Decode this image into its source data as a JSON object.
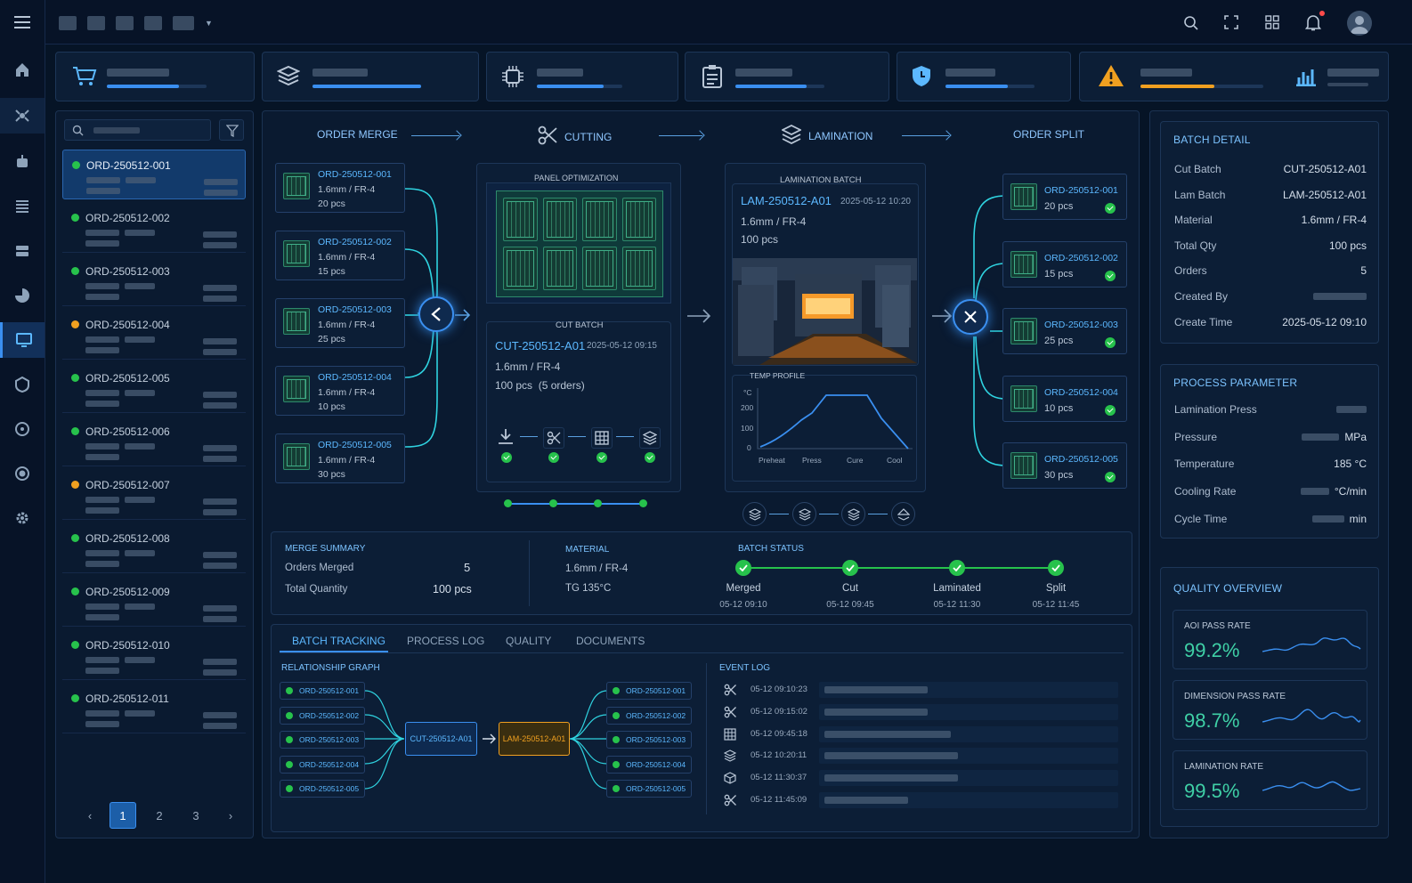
{
  "stages": {
    "merge": "ORDER MERGE",
    "cutting": "CUTTING",
    "lamination": "LAMINATION",
    "split": "ORDER SPLIT"
  },
  "order_list": [
    {
      "id": "ORD-250512-001",
      "status": "green"
    },
    {
      "id": "ORD-250512-002",
      "status": "green"
    },
    {
      "id": "ORD-250512-003",
      "status": "green"
    },
    {
      "id": "ORD-250512-004",
      "status": "orange"
    },
    {
      "id": "ORD-250512-005",
      "status": "green"
    },
    {
      "id": "ORD-250512-006",
      "status": "green"
    },
    {
      "id": "ORD-250512-007",
      "status": "orange"
    },
    {
      "id": "ORD-250512-008",
      "status": "green"
    },
    {
      "id": "ORD-250512-009",
      "status": "green"
    },
    {
      "id": "ORD-250512-010",
      "status": "green"
    },
    {
      "id": "ORD-250512-011",
      "status": "green"
    }
  ],
  "pager": {
    "pages": [
      "1",
      "2",
      "3"
    ],
    "prev": "‹",
    "next": "›"
  },
  "merge_orders": [
    {
      "id": "ORD-250512-001",
      "spec": "1.6mm / FR-4",
      "qty": "20 pcs"
    },
    {
      "id": "ORD-250512-002",
      "spec": "1.6mm / FR-4",
      "qty": "15 pcs"
    },
    {
      "id": "ORD-250512-003",
      "spec": "1.6mm / FR-4",
      "qty": "25 pcs"
    },
    {
      "id": "ORD-250512-004",
      "spec": "1.6mm / FR-4",
      "qty": "10 pcs"
    },
    {
      "id": "ORD-250512-005",
      "spec": "1.6mm / FR-4",
      "qty": "30 pcs"
    }
  ],
  "cutting": {
    "panel_title": "PANEL OPTIMIZATION",
    "batch_title": "CUT BATCH",
    "batch_id": "CUT-250512-A01",
    "time": "2025-05-12 09:15",
    "spec": "1.6mm / FR-4",
    "qty": "100 pcs  (5 orders)"
  },
  "lamination": {
    "title": "LAMINATION BATCH",
    "batch_id": "LAM-250512-A01",
    "time": "2025-05-12 10:20",
    "spec": "1.6mm / FR-4",
    "qty": "100 pcs",
    "temp_title": "TEMP PROFILE",
    "unit": "°C",
    "y_ticks": [
      "200",
      "100",
      "0"
    ],
    "x_ticks": [
      "Preheat",
      "Press",
      "Cure",
      "Cool"
    ]
  },
  "split_orders": [
    {
      "id": "ORD-250512-001",
      "qty": "20 pcs"
    },
    {
      "id": "ORD-250512-002",
      "qty": "15 pcs"
    },
    {
      "id": "ORD-250512-003",
      "qty": "25 pcs"
    },
    {
      "id": "ORD-250512-004",
      "qty": "10 pcs"
    },
    {
      "id": "ORD-250512-005",
      "qty": "30 pcs"
    }
  ],
  "summary": {
    "title": "MERGE SUMMARY",
    "orders_merged_label": "Orders Merged",
    "orders_merged": "5",
    "total_qty_label": "Total Quantity",
    "total_qty": "100 pcs",
    "material_title": "MATERIAL",
    "material": "1.6mm / FR-4",
    "tg": "TG 135°C",
    "status_title": "BATCH STATUS",
    "steps": [
      {
        "name": "Merged",
        "time": "05-12 09:10"
      },
      {
        "name": "Cut",
        "time": "05-12 09:45"
      },
      {
        "name": "Laminated",
        "time": "05-12 11:30"
      },
      {
        "name": "Split",
        "time": "05-12 11:45"
      }
    ]
  },
  "tabs": [
    "BATCH TRACKING",
    "PROCESS LOG",
    "QUALITY",
    "DOCUMENTS"
  ],
  "graph": {
    "title": "RELATIONSHIP GRAPH",
    "left": [
      "ORD-250512-001",
      "ORD-250512-002",
      "ORD-250512-003",
      "ORD-250512-004",
      "ORD-250512-005"
    ],
    "cut": "CUT-250512-A01",
    "lam": "LAM-250512-A01",
    "right": [
      "ORD-250512-001",
      "ORD-250512-002",
      "ORD-250512-003",
      "ORD-250512-004",
      "ORD-250512-005"
    ]
  },
  "event_log": {
    "title": "EVENT LOG",
    "events": [
      {
        "icon": "scissors-icon",
        "time": "05-12 09:10:23"
      },
      {
        "icon": "scissors-icon",
        "time": "05-12 09:15:02"
      },
      {
        "icon": "grid-icon",
        "time": "05-12 09:45:18"
      },
      {
        "icon": "layers-icon",
        "time": "05-12 10:20:11"
      },
      {
        "icon": "cube-icon",
        "time": "05-12 11:30:37"
      },
      {
        "icon": "scissors-icon",
        "time": "05-12 11:45:09"
      }
    ]
  },
  "batch_detail": {
    "title": "BATCH DETAIL",
    "rows": [
      {
        "k": "Cut Batch",
        "v": "CUT-250512-A01"
      },
      {
        "k": "Lam Batch",
        "v": "LAM-250512-A01"
      },
      {
        "k": "Material",
        "v": "1.6mm / FR-4"
      },
      {
        "k": "Total Qty",
        "v": "100 pcs"
      },
      {
        "k": "Orders",
        "v": "5"
      },
      {
        "k": "Created By",
        "v": ""
      },
      {
        "k": "Create Time",
        "v": "2025-05-12 09:10"
      }
    ]
  },
  "process_parameter": {
    "title": "PROCESS PARAMETER",
    "rows": [
      {
        "k": "Lamination Press",
        "v": ""
      },
      {
        "k": "Pressure",
        "v": "MPa"
      },
      {
        "k": "Temperature",
        "v": "185 °C"
      },
      {
        "k": "Cooling Rate",
        "v": "°C/min"
      },
      {
        "k": "Cycle Time",
        "v": "min"
      }
    ]
  },
  "quality": {
    "title": "QUALITY OVERVIEW",
    "cards": [
      {
        "label": "AOI PASS RATE",
        "value": "99.2%"
      },
      {
        "label": "DIMENSION PASS RATE",
        "value": "98.7%"
      },
      {
        "label": "LAMINATION RATE",
        "value": "99.5%"
      }
    ]
  },
  "top_stats": [
    {
      "icon": "cart-icon",
      "progress": 0.72
    },
    {
      "icon": "layers-icon",
      "progress": 1.0
    },
    {
      "icon": "chip-icon",
      "progress": 0.78
    },
    {
      "icon": "clipboard-icon",
      "progress": 0.8
    },
    {
      "icon": "shield-icon",
      "progress": 0.7
    },
    {
      "icon": "warning-icon",
      "progress": 0.6
    }
  ],
  "colors": {
    "accent": "#3a8ff0",
    "ok": "#27c24c",
    "warn": "#f0a020",
    "teal": "#2fd3e0"
  }
}
